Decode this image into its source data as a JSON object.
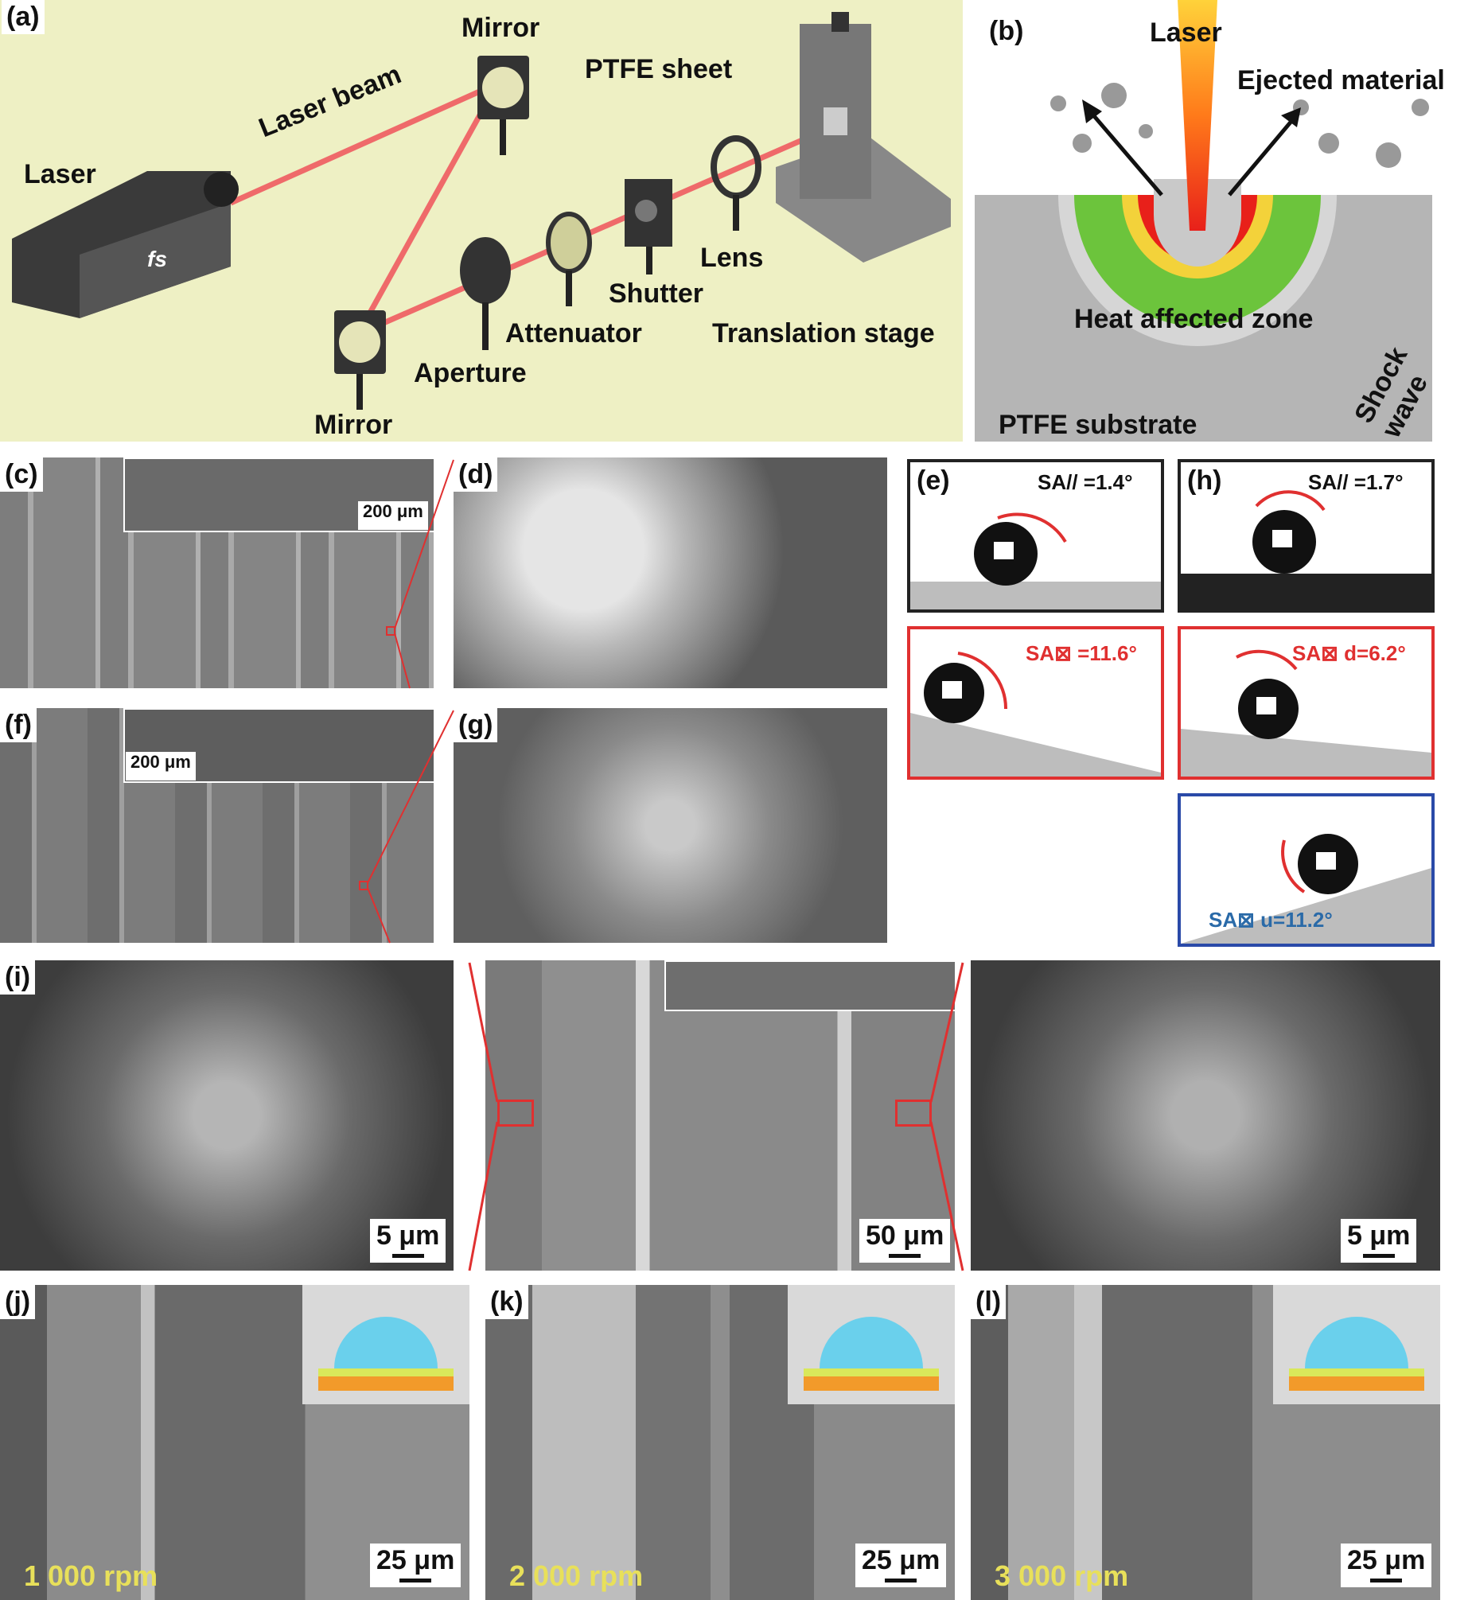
{
  "panels": {
    "a": {
      "label": "(a)",
      "laser": "Laser",
      "fs": "fs",
      "laser_beam": "Laser beam",
      "mirror_top": "Mirror",
      "mirror_bottom": "Mirror",
      "ptfe_sheet": "PTFE sheet",
      "lens": "Lens",
      "shutter": "Shutter",
      "attenuator": "Attenuator",
      "aperture": "Aperture",
      "translation_stage": "Translation stage"
    },
    "b": {
      "label": "(b)",
      "laser": "Laser",
      "ejected": "Ejected material",
      "haz": "Heat affected zone",
      "shock": "Shock wave",
      "substrate": "PTFE substrate"
    },
    "c": {
      "label": "(c)",
      "scale": "200 μm"
    },
    "d": {
      "label": "(d)"
    },
    "e": {
      "label": "(e)",
      "sa_top": "SA// =1.4°",
      "sa_bottom": "SA⊠ =11.6°"
    },
    "f": {
      "label": "(f)",
      "scale": "200 μm"
    },
    "g": {
      "label": "(g)"
    },
    "h": {
      "label": "(h)",
      "sa_top": "SA// =1.7°",
      "sa_mid": "SA⊠ d=6.2°",
      "sa_bottom": "SA⊠ u=11.2°"
    },
    "i": {
      "label": "(i)",
      "scale_left": "5 μm",
      "scale_mid": "50 μm",
      "scale_right": "5 μm"
    },
    "j": {
      "label": "(j)",
      "speed": "1 000 rpm",
      "scale": "25 μm"
    },
    "k": {
      "label": "(k)",
      "speed": "2 000 rpm",
      "scale": "25 μm"
    },
    "l": {
      "label": "(l)",
      "speed": "3 000 rpm",
      "scale": "25 μm"
    }
  },
  "colors": {
    "panel_a_bg": "#eef0c4",
    "accent_red": "#e03030",
    "accent_blue": "#2a4aa8",
    "haz_green": "#6cc43c",
    "speed_yellow": "#e8e05a"
  }
}
